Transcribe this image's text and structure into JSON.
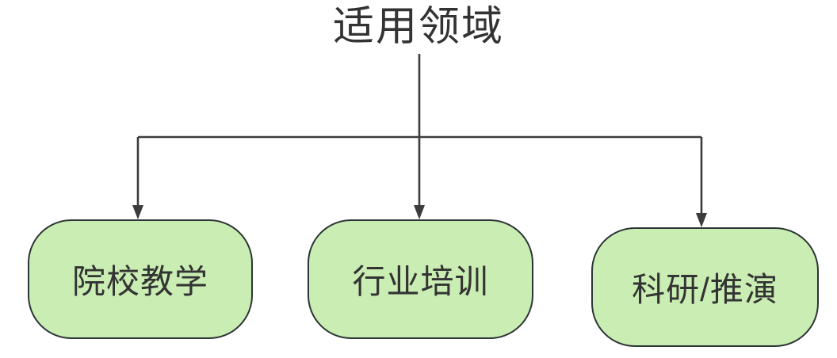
{
  "title": "适用领域",
  "nodes": [
    {
      "label": "院校教学"
    },
    {
      "label": "行业培训"
    },
    {
      "label": "科研/推演"
    }
  ],
  "edges": [
    {
      "from": "适用领域",
      "to": "院校教学"
    },
    {
      "from": "适用领域",
      "to": "行业培训"
    },
    {
      "from": "适用领域",
      "to": "科研/推演"
    }
  ],
  "colors": {
    "node_fill": "#c9edb3",
    "node_border": "#2d3436",
    "connector": "#3c3c3c",
    "text": "#333333",
    "background": "#ffffff"
  }
}
